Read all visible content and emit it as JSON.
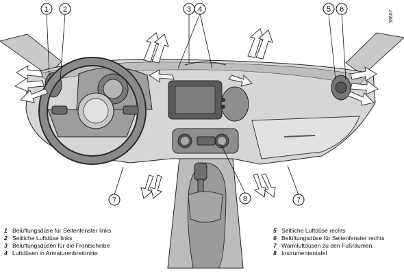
{
  "reference_code": "38607",
  "callouts": [
    "1",
    "2",
    "3",
    "4",
    "5",
    "6",
    "7",
    "7",
    "8"
  ],
  "legend_left": [
    {
      "num": "1",
      "text": "Belüftungsdüse für Seitenfenster links"
    },
    {
      "num": "2",
      "text": "Seitliche Luftdüse links"
    },
    {
      "num": "3",
      "text": "Belüftungsdüsen für die Frontscheibe"
    },
    {
      "num": "4",
      "text": "Luftdüsen in Armaturenbrettmitte"
    }
  ],
  "legend_right": [
    {
      "num": "5",
      "text": "Seitliche Luftdüse rechts"
    },
    {
      "num": "6",
      "text": "Belüftungsdüse für Seitenfenster rechts"
    },
    {
      "num": "7",
      "text": "Warmluftdüsen zu den Fußräumen"
    },
    {
      "num": "8",
      "text": "Instrumententafel"
    }
  ],
  "colors": {
    "dashboard": "#d4d4d4",
    "dark": "#8a8a8a",
    "line": "#1a1a1a"
  }
}
